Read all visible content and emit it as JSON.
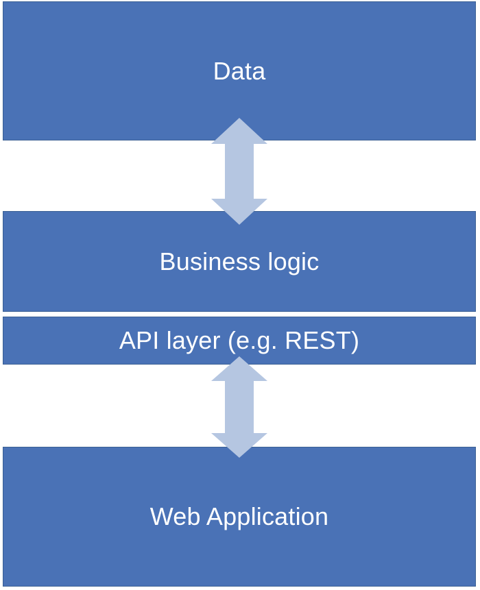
{
  "colors": {
    "layer_fill": "#4a72b6",
    "layer_border": "#3a5f93",
    "arrow_fill": "#b5c6e1",
    "text": "#ffffff"
  },
  "layers": {
    "data": "Data",
    "business_logic": "Business logic",
    "api_layer": "API layer (e.g. REST)",
    "web_application": "Web Application"
  },
  "connectors": [
    {
      "from": "Data",
      "to": "Business logic",
      "style": "double-headed-arrow"
    },
    {
      "from": "API layer (e.g. REST)",
      "to": "Web Application",
      "style": "double-headed-arrow"
    }
  ]
}
